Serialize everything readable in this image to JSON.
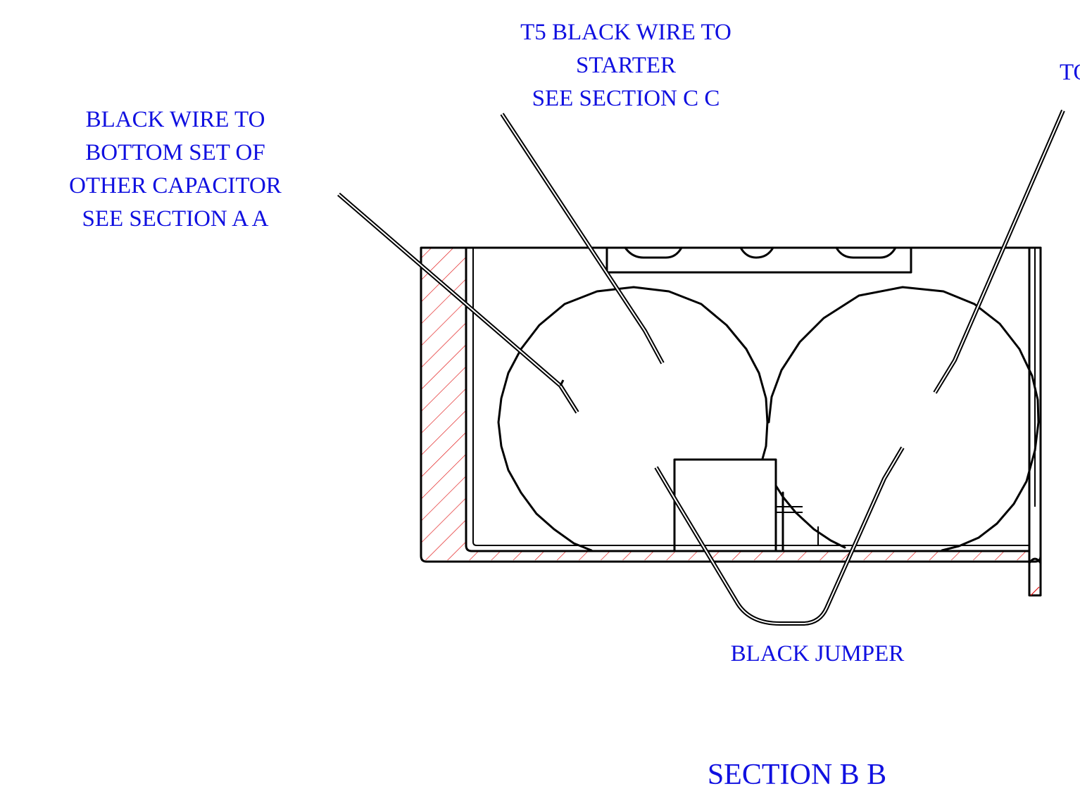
{
  "labels": {
    "black_wire_other_capacitor": {
      "lines": [
        "BLACK WIRE TO",
        "BOTTOM SET OF",
        "OTHER CAPACITOR",
        "SEE SECTION A A"
      ]
    },
    "t5_wire_starter": {
      "lines": [
        "T5 BLACK WIRE TO",
        "STARTER",
        "SEE SECTION C C"
      ]
    },
    "cut_off_right": {
      "text": "TO"
    },
    "black_jumper": {
      "text": "BLACK JUMPER"
    },
    "section_title": {
      "text": "SECTION B B"
    }
  },
  "colors": {
    "label_text": "#1010e0",
    "hatch": "#e01010",
    "outline": "#000000"
  }
}
